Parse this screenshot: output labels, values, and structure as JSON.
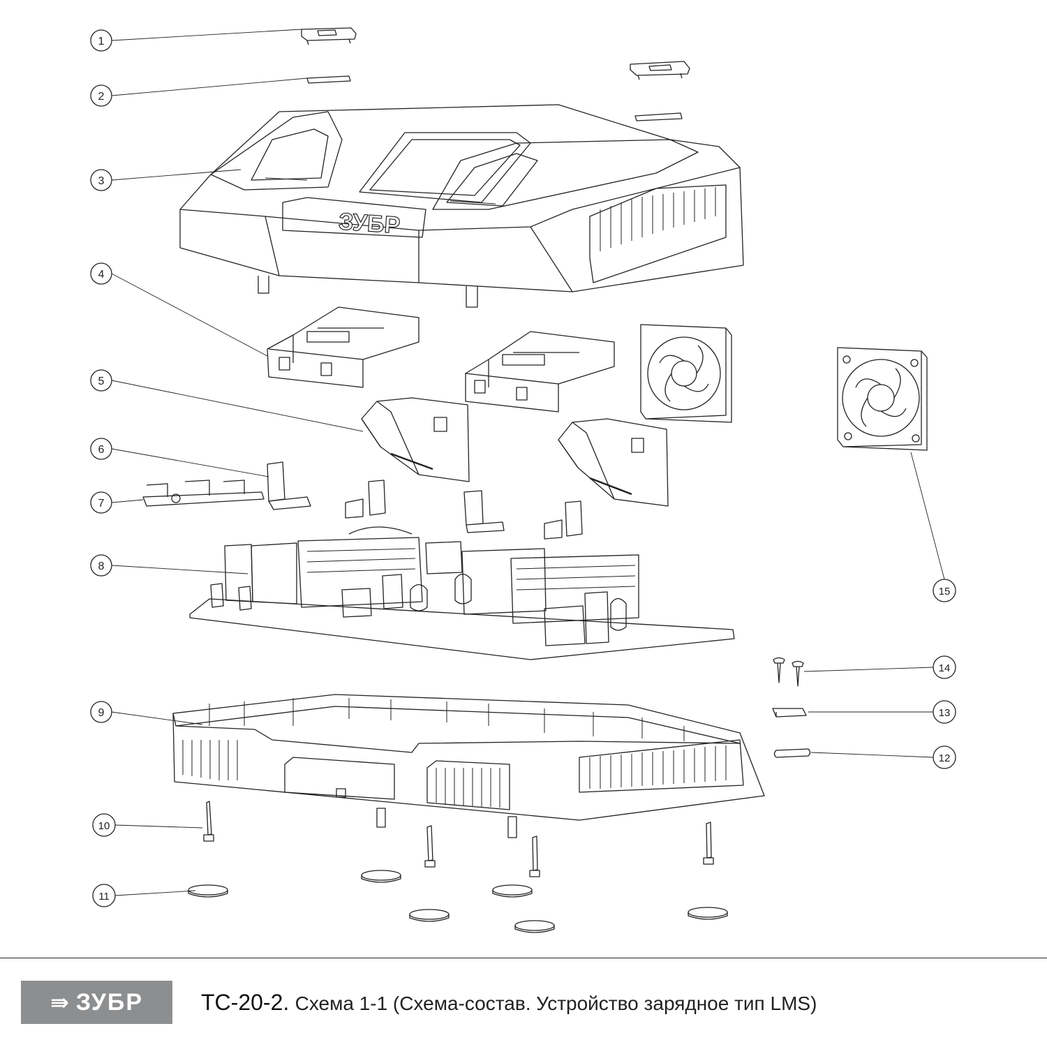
{
  "callouts": [
    {
      "num": "1"
    },
    {
      "num": "2"
    },
    {
      "num": "3"
    },
    {
      "num": "4"
    },
    {
      "num": "5"
    },
    {
      "num": "6"
    },
    {
      "num": "7"
    },
    {
      "num": "8"
    },
    {
      "num": "9"
    },
    {
      "num": "10"
    },
    {
      "num": "11"
    },
    {
      "num": "12"
    },
    {
      "num": "13"
    },
    {
      "num": "14"
    },
    {
      "num": "15"
    }
  ],
  "housing_logo": "ЗУБР",
  "footer": {
    "brand": "ЗУБР",
    "model": "TC-20-2.",
    "description": "Схема 1-1 (Схема-состав. Устройство зарядное тип LMS)"
  }
}
